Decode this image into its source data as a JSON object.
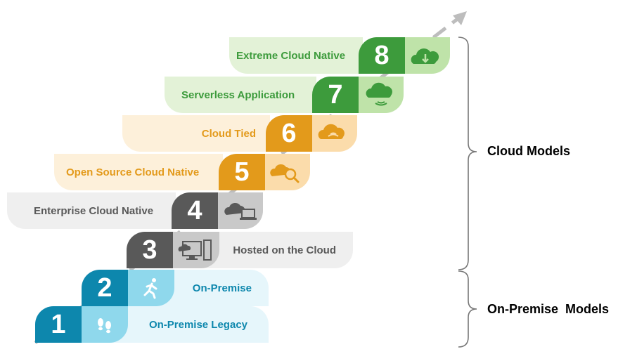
{
  "steps": [
    {
      "num": "1",
      "label": "On-Premise Legacy",
      "icon": "footprints-icon"
    },
    {
      "num": "2",
      "label": "On-Premise",
      "icon": "running-person-icon"
    },
    {
      "num": "3",
      "label": "Hosted on the Cloud",
      "icon": "cloud-computer-icon"
    },
    {
      "num": "4",
      "label": "Enterprise Cloud Native",
      "icon": "cloud-laptop-icon"
    },
    {
      "num": "5",
      "label": "Open Source Cloud Native",
      "icon": "cloud-search-icon"
    },
    {
      "num": "6",
      "label": "Cloud Tied",
      "icon": "cloud-signal-icon"
    },
    {
      "num": "7",
      "label": "Serverless Application",
      "icon": "cloud-wifi-icon"
    },
    {
      "num": "8",
      "label": "Extreme Cloud Native",
      "icon": "cloud-download-icon"
    }
  ],
  "groups": {
    "cloud": "Cloud Models",
    "onprem": "On-Premise  Models"
  },
  "colors": {
    "blue_dark": "#0d87ad",
    "blue_light": "#8fd8ec",
    "blue_band": "#e6f6fb",
    "gray_dark": "#595959",
    "gray_light": "#c9c9c9",
    "gray_band": "#efefef",
    "orange_dark": "#e39a1b",
    "orange_light": "#fbdcab",
    "orange_band": "#fdf0da",
    "green_dark": "#3d9b3c",
    "green_light": "#bfe3a9",
    "green_band": "#e3f2d7"
  }
}
